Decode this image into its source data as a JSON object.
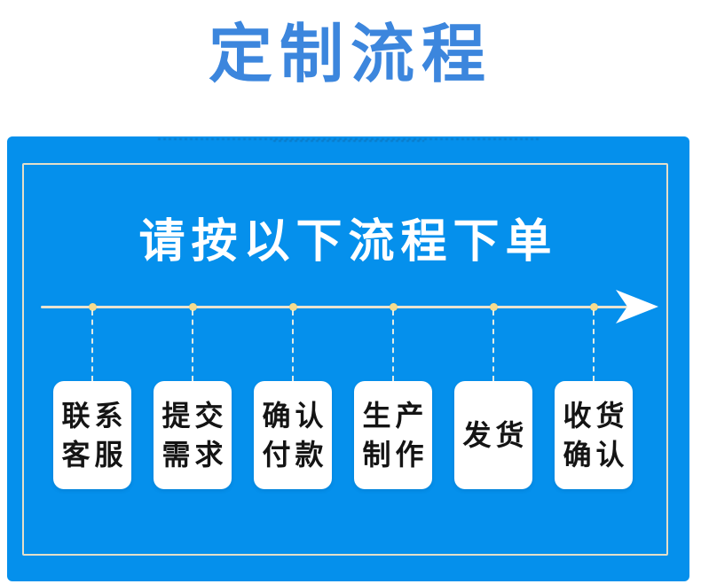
{
  "page": {
    "title": "定制流程"
  },
  "panel": {
    "heading": "请按以下流程下单",
    "steps": [
      {
        "line1": "联系",
        "line2": "客服"
      },
      {
        "line1": "提交",
        "line2": "需求"
      },
      {
        "line1": "确认",
        "line2": "付款"
      },
      {
        "line1": "生产",
        "line2": "制作"
      },
      {
        "line1": "发货",
        "line2": ""
      },
      {
        "line1": "收货",
        "line2": "确认"
      }
    ]
  },
  "colors": {
    "title_blue": "#3c86dd",
    "panel_blue": "#0590ec",
    "inner_border": "#e3dfc9",
    "timeline_line": "#e9e3d1",
    "timeline_dot": "#f6dc8e",
    "card_background": "#ffffff",
    "card_text": "#141414",
    "heading_text": "#ffffff"
  }
}
